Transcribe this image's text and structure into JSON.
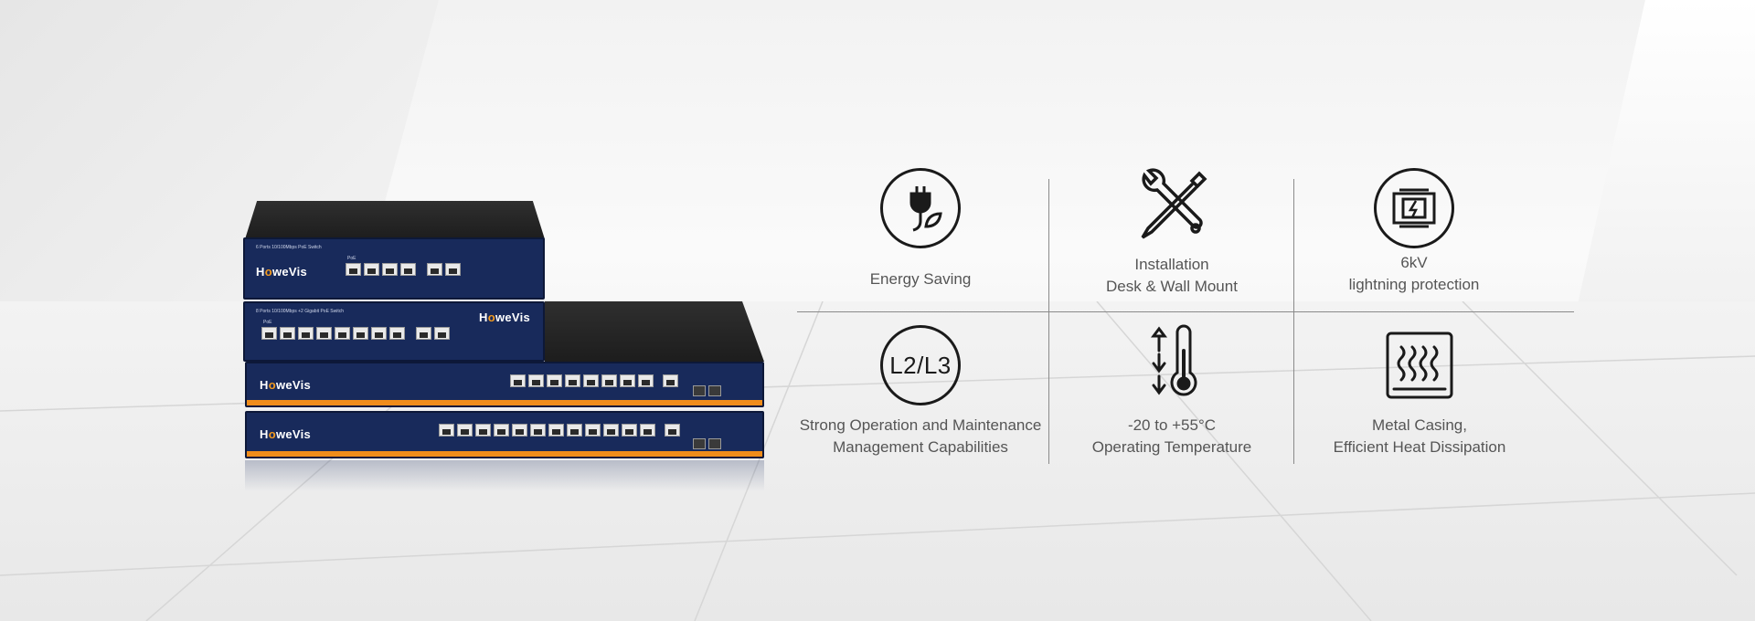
{
  "product": {
    "brand_prefix": "H",
    "brand_o": "o",
    "brand_suffix": "weVis",
    "unit1_caption": "6 Ports 10/100Mbps PoE Switch",
    "unit2_caption": "8 Ports 10/100Mbps +2 Gigabit PoE Switch",
    "poe_label": "PoE"
  },
  "features": [
    {
      "icon": "plug-leaf-icon",
      "lines": [
        "Energy Saving"
      ]
    },
    {
      "icon": "wrench-screwdriver-icon",
      "lines": [
        "Installation",
        "Desk & Wall Mount"
      ]
    },
    {
      "icon": "lightning-protection-icon",
      "lines": [
        "6kV",
        "lightning protection"
      ]
    },
    {
      "icon": "l2-l3-icon",
      "icon_text": "L2/L3",
      "lines": [
        "Strong Operation and Maintenance",
        "Management Capabilities"
      ]
    },
    {
      "icon": "thermometer-icon",
      "lines": [
        "-20 to +55°C",
        "Operating Temperature"
      ]
    },
    {
      "icon": "heat-dissipation-icon",
      "lines": [
        "Metal Casing,",
        "Efficient Heat Dissipation"
      ]
    }
  ]
}
